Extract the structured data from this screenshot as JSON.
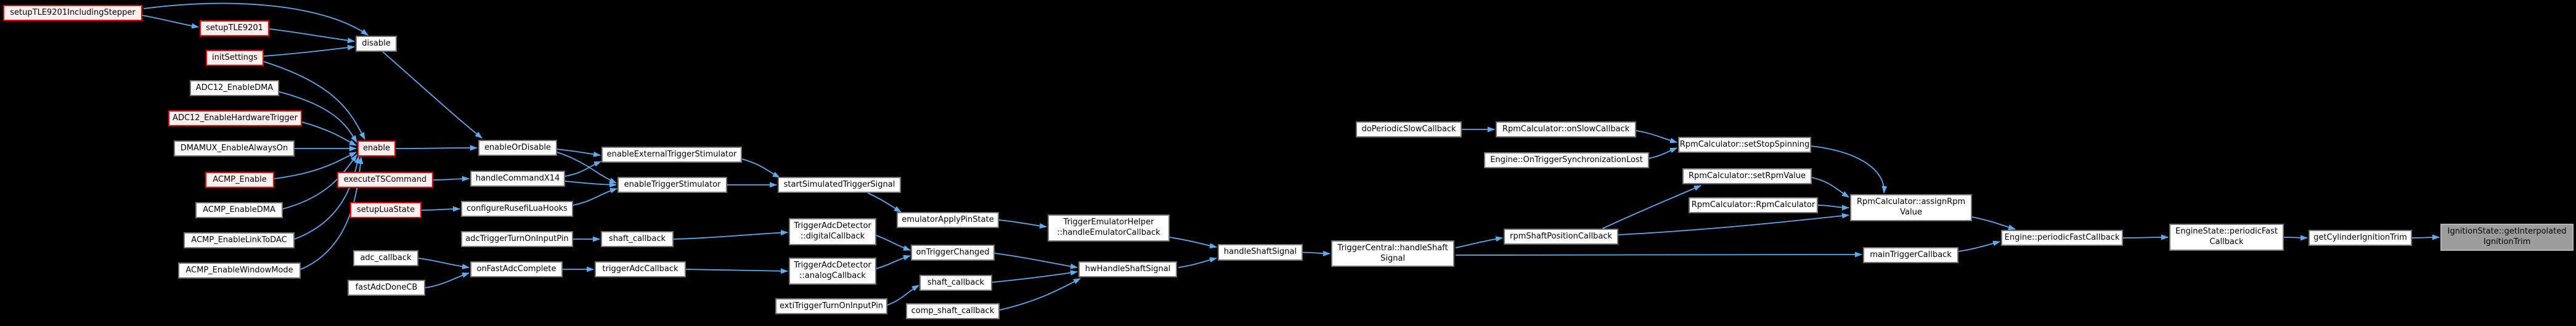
{
  "diagram": {
    "type": "doxygen-caller-graph",
    "background_color": "#000000",
    "edge_color": "#5aabf0",
    "node_styles": {
      "plain": {
        "fill": "#ffffff",
        "border": "#757575",
        "text": "#000000"
      },
      "entry": {
        "fill": "#fff0f0",
        "border": "#ff0000",
        "text": "#000000"
      },
      "current": {
        "fill": "#9c9c9c",
        "border": "#b4b4b4",
        "text": "#000000"
      }
    },
    "nodes": [
      {
        "id": "setupTLE9201IncludingStepper",
        "label": "setupTLE9201IncludingStepper",
        "style": "entry"
      },
      {
        "id": "setupTLE9201",
        "label": "setupTLE9201",
        "style": "entry"
      },
      {
        "id": "initSettings",
        "label": "initSettings",
        "style": "entry"
      },
      {
        "id": "ADC12_EnableDMA",
        "label": "ADC12_EnableDMA",
        "style": "plain"
      },
      {
        "id": "ADC12_EnableHardwareTrigger",
        "label": "ADC12_EnableHardwareTrigger",
        "style": "entry"
      },
      {
        "id": "DMAMUX_EnableAlwaysOn",
        "label": "DMAMUX_EnableAlwaysOn",
        "style": "plain"
      },
      {
        "id": "ACMP_Enable",
        "label": "ACMP_Enable",
        "style": "entry"
      },
      {
        "id": "ACMP_EnableDMA",
        "label": "ACMP_EnableDMA",
        "style": "plain"
      },
      {
        "id": "ACMP_EnableLinkToDAC",
        "label": "ACMP_EnableLinkToDAC",
        "style": "plain"
      },
      {
        "id": "ACMP_EnableWindowMode",
        "label": "ACMP_EnableWindowMode",
        "style": "plain"
      },
      {
        "id": "disable",
        "label": "disable",
        "style": "plain"
      },
      {
        "id": "enable",
        "label": "enable",
        "style": "entry"
      },
      {
        "id": "executeTSCommand",
        "label": "executeTSCommand",
        "style": "entry"
      },
      {
        "id": "setupLuaState",
        "label": "setupLuaState",
        "style": "entry"
      },
      {
        "id": "adc_callback",
        "label": "adc_callback",
        "style": "plain"
      },
      {
        "id": "fastAdcDoneCB",
        "label": "fastAdcDoneCB",
        "style": "plain"
      },
      {
        "id": "enableOrDisable",
        "label": "enableOrDisable",
        "style": "plain"
      },
      {
        "id": "handleCommandX14",
        "label": "handleCommandX14",
        "style": "plain"
      },
      {
        "id": "configureRusefiLuaHooks",
        "label": "configureRusefiLuaHooks",
        "style": "plain"
      },
      {
        "id": "adcTriggerTurnOnInputPin",
        "label": "adcTriggerTurnOnInputPin",
        "style": "plain"
      },
      {
        "id": "onFastAdcComplete",
        "label": "onFastAdcComplete",
        "style": "plain"
      },
      {
        "id": "enableExternalTriggerStimulator",
        "label": "enableExternalTriggerStimulator",
        "style": "plain"
      },
      {
        "id": "enableTriggerStimulator",
        "label": "enableTriggerStimulator",
        "style": "plain"
      },
      {
        "id": "shaft_callback",
        "label": "shaft_callback",
        "style": "plain"
      },
      {
        "id": "triggerAdcCallback",
        "label": "triggerAdcCallback",
        "style": "plain"
      },
      {
        "id": "startSimulatedTriggerSignal",
        "label": "startSimulatedTriggerSignal",
        "style": "plain"
      },
      {
        "id": "TriggerAdcDetector_digitalCallback",
        "lines": [
          "TriggerAdcDetector",
          "::digitalCallback"
        ],
        "style": "plain"
      },
      {
        "id": "TriggerAdcDetector_analogCallback",
        "lines": [
          "TriggerAdcDetector",
          "::analogCallback"
        ],
        "style": "plain"
      },
      {
        "id": "extiTriggerTurnOnInputPin",
        "label": "extiTriggerTurnOnInputPin",
        "style": "plain"
      },
      {
        "id": "emulatorApplyPinState",
        "label": "emulatorApplyPinState",
        "style": "plain"
      },
      {
        "id": "onTriggerChanged",
        "label": "onTriggerChanged",
        "style": "plain"
      },
      {
        "id": "shaft_callback_2",
        "label": "shaft_callback",
        "style": "plain"
      },
      {
        "id": "comp_shaft_callback",
        "label": "comp_shaft_callback",
        "style": "plain"
      },
      {
        "id": "TriggerEmulatorHelper_handleEmulatorCallback",
        "lines": [
          "TriggerEmulatorHelper",
          "::handleEmulatorCallback"
        ],
        "style": "plain"
      },
      {
        "id": "hwHandleShaftSignal",
        "label": "hwHandleShaftSignal",
        "style": "plain"
      },
      {
        "id": "handleShaftSignal",
        "label": "handleShaftSignal",
        "style": "plain"
      },
      {
        "id": "TriggerCentral_handleShaftSignal",
        "lines": [
          "TriggerCentral::handleShaft",
          "Signal"
        ],
        "style": "plain"
      },
      {
        "id": "doPeriodicSlowCallback",
        "label": "doPeriodicSlowCallback",
        "style": "plain"
      },
      {
        "id": "RpmCalculator_onSlowCallback",
        "label": "RpmCalculator::onSlowCallback",
        "style": "plain"
      },
      {
        "id": "Engine_OnTriggerSynchronizationLost",
        "label": "Engine::OnTriggerSynchronizationLost",
        "style": "plain"
      },
      {
        "id": "rpmShaftPositionCallback",
        "label": "rpmShaftPositionCallback",
        "style": "plain"
      },
      {
        "id": "RpmCalculator_setStopSpinning",
        "label": "RpmCalculator::setStopSpinning",
        "style": "plain"
      },
      {
        "id": "RpmCalculator_setRpmValue",
        "label": "RpmCalculator::setRpmValue",
        "style": "plain"
      },
      {
        "id": "RpmCalculator_RpmCalculator",
        "label": "RpmCalculator::RpmCalculator",
        "style": "plain"
      },
      {
        "id": "RpmCalculator_assignRpmValue",
        "lines": [
          "RpmCalculator::assignRpm",
          "Value"
        ],
        "style": "plain"
      },
      {
        "id": "mainTriggerCallback",
        "label": "mainTriggerCallback",
        "style": "plain"
      },
      {
        "id": "Engine_periodicFastCallback",
        "label": "Engine::periodicFastCallback",
        "style": "plain"
      },
      {
        "id": "EngineState_periodicFastCallback",
        "lines": [
          "EngineState::periodicFast",
          "Callback"
        ],
        "style": "plain"
      },
      {
        "id": "getCylinderIgnitionTrim",
        "label": "getCylinderIgnitionTrim",
        "style": "plain"
      },
      {
        "id": "IgnitionState_getInterpolatedIgnitionTrim",
        "lines": [
          "IgnitionState::getInterpolated",
          "IgnitionTrim"
        ],
        "style": "current"
      }
    ],
    "edges": [
      {
        "from": "setupTLE9201IncludingStepper",
        "to": "disable"
      },
      {
        "from": "setupTLE9201IncludingStepper",
        "to": "setupTLE9201"
      },
      {
        "from": "setupTLE9201",
        "to": "disable"
      },
      {
        "from": "initSettings",
        "to": "disable"
      },
      {
        "from": "initSettings",
        "to": "enable"
      },
      {
        "from": "ADC12_EnableDMA",
        "to": "enable"
      },
      {
        "from": "ADC12_EnableHardwareTrigger",
        "to": "enable"
      },
      {
        "from": "DMAMUX_EnableAlwaysOn",
        "to": "enable"
      },
      {
        "from": "ACMP_Enable",
        "to": "enable"
      },
      {
        "from": "ACMP_EnableDMA",
        "to": "enable"
      },
      {
        "from": "ACMP_EnableLinkToDAC",
        "to": "enable"
      },
      {
        "from": "ACMP_EnableWindowMode",
        "to": "enable"
      },
      {
        "from": "disable",
        "to": "enableOrDisable"
      },
      {
        "from": "enable",
        "to": "enableOrDisable"
      },
      {
        "from": "enableOrDisable",
        "to": "enableExternalTriggerStimulator"
      },
      {
        "from": "enableOrDisable",
        "to": "enableTriggerStimulator"
      },
      {
        "from": "executeTSCommand",
        "to": "handleCommandX14"
      },
      {
        "from": "handleCommandX14",
        "to": "enableExternalTriggerStimulator"
      },
      {
        "from": "handleCommandX14",
        "to": "enableTriggerStimulator"
      },
      {
        "from": "setupLuaState",
        "to": "configureRusefiLuaHooks"
      },
      {
        "from": "configureRusefiLuaHooks",
        "to": "enableTriggerStimulator"
      },
      {
        "from": "enableExternalTriggerStimulator",
        "to": "startSimulatedTriggerSignal"
      },
      {
        "from": "enableTriggerStimulator",
        "to": "startSimulatedTriggerSignal"
      },
      {
        "from": "startSimulatedTriggerSignal",
        "to": "emulatorApplyPinState"
      },
      {
        "from": "emulatorApplyPinState",
        "to": "TriggerEmulatorHelper_handleEmulatorCallback"
      },
      {
        "from": "TriggerEmulatorHelper_handleEmulatorCallback",
        "to": "handleShaftSignal"
      },
      {
        "from": "adcTriggerTurnOnInputPin",
        "to": "shaft_callback"
      },
      {
        "from": "shaft_callback",
        "to": "TriggerAdcDetector_digitalCallback"
      },
      {
        "from": "adc_callback",
        "to": "onFastAdcComplete"
      },
      {
        "from": "fastAdcDoneCB",
        "to": "onFastAdcComplete"
      },
      {
        "from": "onFastAdcComplete",
        "to": "triggerAdcCallback"
      },
      {
        "from": "triggerAdcCallback",
        "to": "TriggerAdcDetector_analogCallback"
      },
      {
        "from": "TriggerAdcDetector_digitalCallback",
        "to": "onTriggerChanged"
      },
      {
        "from": "TriggerAdcDetector_analogCallback",
        "to": "onTriggerChanged"
      },
      {
        "from": "onTriggerChanged",
        "to": "hwHandleShaftSignal"
      },
      {
        "from": "extiTriggerTurnOnInputPin",
        "to": "shaft_callback_2"
      },
      {
        "from": "shaft_callback_2",
        "to": "hwHandleShaftSignal"
      },
      {
        "from": "comp_shaft_callback",
        "to": "hwHandleShaftSignal"
      },
      {
        "from": "hwHandleShaftSignal",
        "to": "handleShaftSignal"
      },
      {
        "from": "handleShaftSignal",
        "to": "TriggerCentral_handleShaftSignal"
      },
      {
        "from": "TriggerCentral_handleShaftSignal",
        "to": "rpmShaftPositionCallback"
      },
      {
        "from": "TriggerCentral_handleShaftSignal",
        "to": "mainTriggerCallback"
      },
      {
        "from": "doPeriodicSlowCallback",
        "to": "RpmCalculator_onSlowCallback"
      },
      {
        "from": "RpmCalculator_onSlowCallback",
        "to": "RpmCalculator_setStopSpinning"
      },
      {
        "from": "Engine_OnTriggerSynchronizationLost",
        "to": "RpmCalculator_setStopSpinning"
      },
      {
        "from": "RpmCalculator_setStopSpinning",
        "to": "RpmCalculator_assignRpmValue"
      },
      {
        "from": "rpmShaftPositionCallback",
        "to": "RpmCalculator_setRpmValue"
      },
      {
        "from": "RpmCalculator_setRpmValue",
        "to": "RpmCalculator_assignRpmValue"
      },
      {
        "from": "RpmCalculator_RpmCalculator",
        "to": "RpmCalculator_assignRpmValue"
      },
      {
        "from": "rpmShaftPositionCallback",
        "to": "RpmCalculator_assignRpmValue"
      },
      {
        "from": "RpmCalculator_assignRpmValue",
        "to": "Engine_periodicFastCallback"
      },
      {
        "from": "mainTriggerCallback",
        "to": "Engine_periodicFastCallback"
      },
      {
        "from": "Engine_periodicFastCallback",
        "to": "EngineState_periodicFastCallback"
      },
      {
        "from": "EngineState_periodicFastCallback",
        "to": "getCylinderIgnitionTrim"
      },
      {
        "from": "getCylinderIgnitionTrim",
        "to": "IgnitionState_getInterpolatedIgnitionTrim"
      }
    ]
  }
}
